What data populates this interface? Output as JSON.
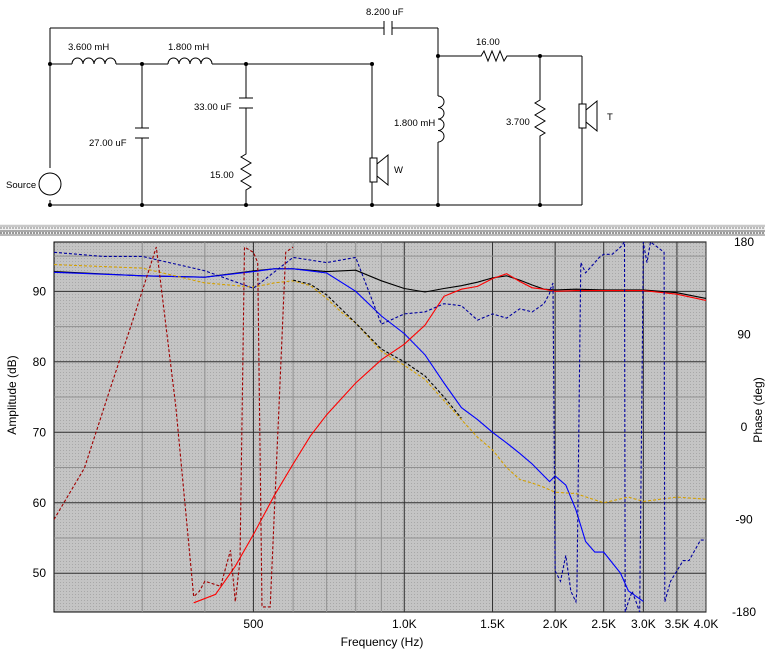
{
  "schematic": {
    "components": {
      "inductor_1": "3.600 mH",
      "inductor_2": "1.800 mH",
      "capacitor_series_tweeter": "8.200 uF",
      "capacitor_shunt_1": "27.00 uF",
      "capacitor_zobel": "33.00 uF",
      "resistor_zobel": "15.00",
      "inductor_tweeter_shunt": "1.800 mH",
      "resistor_series_tweeter": "16.00",
      "resistor_shunt_tweeter": "3.700"
    },
    "source_label": "Source",
    "woofer_label": "W",
    "tweeter_label": "T"
  },
  "plot": {
    "y_left_label": "Amplitude (dB)",
    "y_right_label": "Phase (deg)",
    "x_label": "Frequency (Hz)",
    "y_left_ticks": [
      "90",
      "80",
      "70",
      "60",
      "50"
    ],
    "y_right_ticks": [
      "180",
      "90",
      "0",
      "-90",
      "-180"
    ],
    "x_ticks": [
      "500",
      "1.0K",
      "1.5K",
      "2.0K",
      "2.5K",
      "3.0K",
      "3.5K",
      "4.0K"
    ]
  },
  "colors": {
    "grid_bg": "#c8c8c8",
    "woofer": "#0000ff",
    "tweeter": "#ff0000",
    "sum": "#000000",
    "reference": "#d4a000",
    "woofer_phase": "#0000a0",
    "tweeter_phase": "#a00000"
  },
  "chart_data": {
    "type": "line",
    "xlabel": "Frequency (Hz)",
    "ylabel": "Amplitude (dB)",
    "y2label": "Phase (deg)",
    "xlim": [
      200,
      4000
    ],
    "ylim": [
      44.5,
      97
    ],
    "y2lim": [
      -180,
      180
    ],
    "series": [
      {
        "axis": "amp",
        "style": "solid",
        "color": "#000000",
        "x": [
          200,
          300,
          400,
          500,
          550,
          600,
          700,
          800,
          900,
          1000,
          1100,
          1200,
          1300,
          1400,
          1500,
          1600,
          1700,
          1800,
          1900,
          2000,
          2200,
          2500,
          3000,
          3500,
          4000
        ],
        "y": [
          92.8,
          92.2,
          92.0,
          92.9,
          93.2,
          93.2,
          92.8,
          93.0,
          91.5,
          90.4,
          89.9,
          90.4,
          90.8,
          91.3,
          91.9,
          92.2,
          91.6,
          90.9,
          90.3,
          90.2,
          90.3,
          90.2,
          90.2,
          89.8,
          89.0
        ]
      },
      {
        "axis": "amp",
        "style": "solid",
        "color": "#0000ff",
        "x": [
          200,
          300,
          400,
          500,
          550,
          600,
          650,
          700,
          800,
          900,
          1000,
          1100,
          1200,
          1300,
          1400,
          1500,
          1600,
          1700,
          1800,
          1900,
          1950,
          2000,
          2100,
          2200,
          2300,
          2400,
          2500,
          2700,
          2800,
          3000
        ],
        "y": [
          92.7,
          92.2,
          92.0,
          92.8,
          93.2,
          93.2,
          92.9,
          92.6,
          90.0,
          86.5,
          84.0,
          81.0,
          77.0,
          73.5,
          71.8,
          70.0,
          68.5,
          67.0,
          65.5,
          63.8,
          63.0,
          63.8,
          62.5,
          59.0,
          54.5,
          53.0,
          53.0,
          50.0,
          47.5,
          46.0
        ]
      },
      {
        "axis": "amp",
        "style": "solid",
        "color": "#ff0000",
        "x": [
          380,
          420,
          460,
          500,
          550,
          600,
          650,
          700,
          800,
          900,
          1000,
          1100,
          1200,
          1300,
          1400,
          1500,
          1600,
          1700,
          1800,
          1900,
          2000,
          2200,
          2500,
          3000,
          3500,
          4000
        ],
        "y": [
          45.8,
          47.0,
          51.0,
          55.5,
          61.0,
          65.5,
          69.5,
          72.5,
          77.0,
          80.3,
          82.5,
          85.2,
          89.3,
          90.3,
          90.7,
          91.8,
          92.5,
          91.4,
          90.5,
          90.3,
          90.0,
          90.1,
          90.1,
          90.1,
          89.6,
          88.7
        ]
      },
      {
        "axis": "amp",
        "style": "dashed",
        "color": "#d4a000",
        "x": [
          200,
          300,
          400,
          500,
          550,
          600,
          650,
          700,
          750,
          800,
          900,
          1000,
          1100,
          1200,
          1300,
          1400,
          1500,
          1600,
          1700,
          1800,
          1900,
          2000,
          2200,
          2500,
          2800,
          3000,
          3500,
          4000
        ],
        "y": [
          93.8,
          93.3,
          91.2,
          90.6,
          91.2,
          91.5,
          90.8,
          89.0,
          87.0,
          85.5,
          81.5,
          79.5,
          77.5,
          74.5,
          71.8,
          69.3,
          67.5,
          65.0,
          63.3,
          62.8,
          62.2,
          61.5,
          61.3,
          60.0,
          60.8,
          60.2,
          60.8,
          60.5
        ]
      },
      {
        "axis": "amp",
        "style": "dashed",
        "color": "#000000",
        "x": [
          600,
          650,
          700,
          800,
          900,
          1000,
          1100,
          1200,
          1300
        ],
        "y": [
          91.6,
          91.0,
          89.5,
          85.5,
          81.8,
          80.0,
          78.0,
          75.0,
          72.0
        ]
      },
      {
        "axis": "phase",
        "style": "dashed",
        "color": "#0000a0",
        "x": [
          200,
          250,
          300,
          400,
          500,
          600,
          700,
          800,
          900,
          1000,
          1100,
          1200,
          1300,
          1400,
          1500,
          1600,
          1700,
          1800,
          1900,
          1950,
          1960,
          1980,
          2000,
          2050,
          2100,
          2150,
          2200,
          2210,
          2250,
          2300,
          2350,
          2400,
          2450,
          2500,
          2600,
          2700,
          2750,
          2760,
          2800,
          2850,
          2900,
          2950,
          3000,
          3010,
          3050,
          3100,
          3200,
          3300,
          3310,
          3400,
          3500,
          3600,
          3700,
          3800,
          3900,
          4000
        ],
        "y": [
          170,
          166,
          166,
          152,
          135,
          165,
          160,
          165,
          100,
          110,
          112,
          120,
          118,
          104,
          110,
          106,
          115,
          112,
          120,
          130,
          135,
          140,
          -140,
          -150,
          -125,
          -160,
          -170,
          -160,
          160,
          150,
          155,
          160,
          165,
          168,
          168,
          175,
          180,
          -180,
          -170,
          -160,
          -170,
          -180,
          180,
          175,
          160,
          180,
          175,
          170,
          -170,
          -150,
          -140,
          -130,
          -130,
          -120,
          -110,
          -110
        ]
      },
      {
        "axis": "phase",
        "style": "dashed",
        "color": "#a00000",
        "x": [
          200,
          230,
          260,
          290,
          320,
          350,
          380,
          390,
          400,
          430,
          450,
          460,
          470,
          480,
          500,
          510,
          520,
          540,
          560,
          580,
          600
        ],
        "y": [
          -90,
          -40,
          40,
          110,
          175,
          20,
          -165,
          -160,
          -150,
          -155,
          -120,
          -170,
          -130,
          175,
          170,
          160,
          -175,
          -175,
          0,
          170,
          175
        ]
      }
    ]
  }
}
